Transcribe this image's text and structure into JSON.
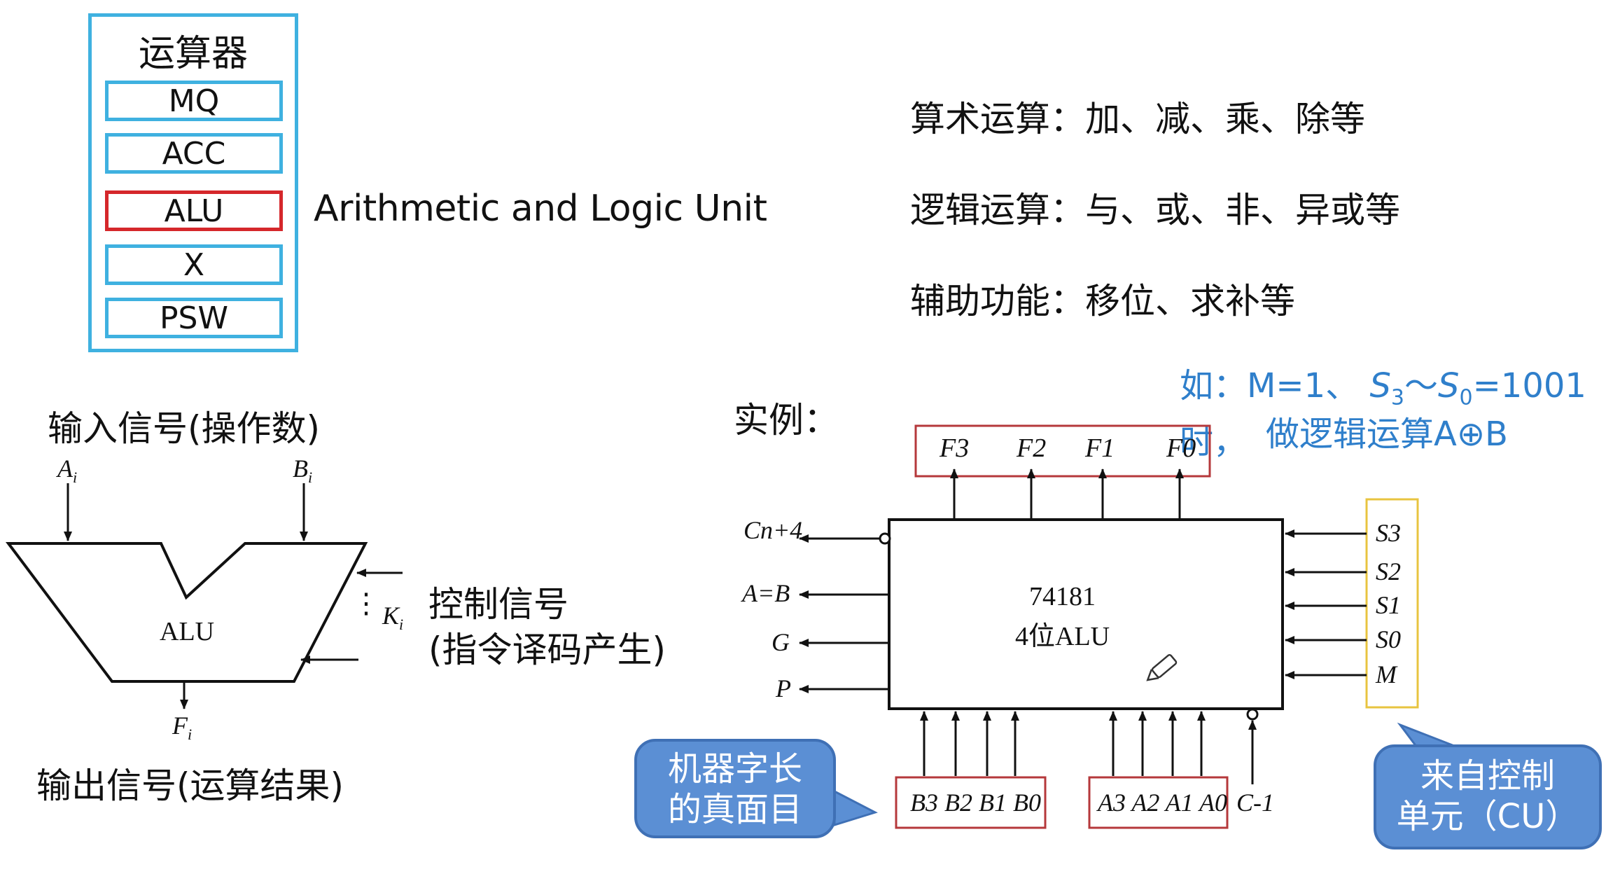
{
  "registers": {
    "title": "运算器",
    "items": [
      "MQ",
      "ACC",
      "ALU",
      "X",
      "PSW"
    ],
    "alu_fullname": "Arithmetic and Logic Unit"
  },
  "functions": {
    "arith": "算术运算：加、减、乘、除等",
    "logic": "逻辑运算：与、或、非、异或等",
    "aux": "辅助功能：移位、求补等"
  },
  "alu_symbol": {
    "input_label": "输入信号(操作数)",
    "output_label": "输出信号(运算结果)",
    "control_label_1": "控制信号",
    "control_label_2": "(指令译码产生)",
    "in_a": "A",
    "in_a_sub": "i",
    "in_b": "B",
    "in_b_sub": "i",
    "ctrl": "K",
    "ctrl_sub": "i",
    "out": "F",
    "out_sub": "i",
    "body": "ALU"
  },
  "example": {
    "label": "实例：",
    "note_prefix": "如：M=1、 ",
    "note_s3": "S",
    "note_s3_sub": "3",
    "note_tilde": "～",
    "note_s0": "S",
    "note_s0_sub": "0",
    "note_suffix": "=1001时，",
    "note_line2": "做逻辑运算A⊕B",
    "chip_name": "74181",
    "chip_desc": "4位ALU",
    "outputs_top": [
      "F3",
      "F2",
      "F1",
      "F0"
    ],
    "outputs_left": [
      "Cn+4",
      "A=B",
      "G",
      "P"
    ],
    "select_inputs": [
      "S3",
      "S2",
      "S1",
      "S0",
      "M"
    ],
    "b_inputs": "B3 B2 B1 B0",
    "a_inputs": "A3 A2 A1 A0",
    "carry_in": "C-1",
    "bubble_word": "机器字长\n的真面目",
    "bubble_word_l1": "机器字长",
    "bubble_word_l2": "的真面目",
    "bubble_cu_l1": "来自控制",
    "bubble_cu_l2": "单元（CU）"
  },
  "colors": {
    "register_border": "#3fb1e0",
    "alu_border": "#d5272b",
    "note_blue": "#2f7fcb",
    "bubble_fill": "#5b8fd4",
    "select_box": "#e8c440",
    "group_box": "#b5383b"
  }
}
